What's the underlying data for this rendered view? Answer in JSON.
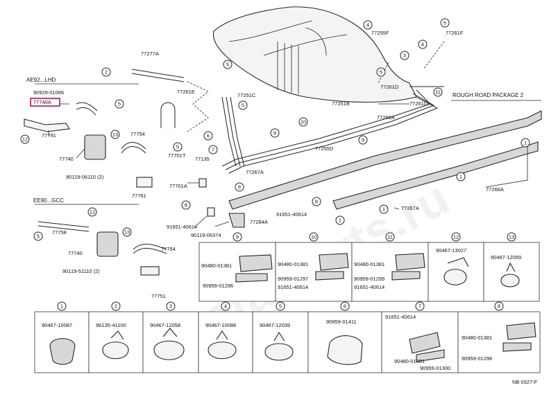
{
  "watermark": "Toyota-Parts.ru",
  "labels": {
    "ae92": "AE92...LHD",
    "ee90": "EE90...GCC",
    "rough": "ROUGH ROAD PACKAGE 2",
    "footer": "NB 0327-F"
  },
  "part_numbers": {
    "p77277a": "77277A",
    "p77255f": "77255F",
    "p77261f": "77261F",
    "p77261e": "77261E",
    "p90929": "90929-01066",
    "p77740a": "77740A",
    "p77791": "77791",
    "p77740": "77740",
    "p77754": "77754",
    "p77701t": "77701T",
    "p77135": "77135",
    "p77761": "77761",
    "p90119_06110": "90119-06110 (2)",
    "p77701a": "77701A",
    "p77251c": "77251C",
    "p77261d_a": "77261D",
    "p77261d_b": "77261D",
    "p77251b": "77251B",
    "p77266a_top": "77266A",
    "p77255d": "77255D",
    "p77267a_top": "77267A",
    "p77266a_right": "77266A",
    "p77267a_bottom": "77267A",
    "p91651_40614": "91651-40614",
    "p77284a": "77284A",
    "p91651_40614b": "91651-40614",
    "p90119_06374": "90119-06374",
    "p77758": "77758",
    "p77740b": "77740",
    "p77754b": "77754",
    "p90119_51110": "90119-51110 (2)",
    "p77751": "77751"
  },
  "callout_circles": [
    "1",
    "2",
    "3",
    "4",
    "5",
    "6",
    "7",
    "8",
    "9",
    "10",
    "11",
    "12",
    "13"
  ],
  "detail_row1": [
    {
      "num": "9",
      "parts": [
        "90480-01381",
        "90959-01296"
      ]
    },
    {
      "num": "10",
      "parts": [
        "90480-01381",
        "90959-01297",
        "91651-40614"
      ]
    },
    {
      "num": "11",
      "parts": [
        "90480-01381",
        "90959-01299",
        "91651-40614"
      ]
    },
    {
      "num": "12",
      "parts": [
        "90467-13027"
      ]
    },
    {
      "num": "13",
      "parts": [
        "90467-12059"
      ]
    }
  ],
  "detail_row2": [
    {
      "num": "1",
      "parts": [
        "90467-10087"
      ]
    },
    {
      "num": "2",
      "parts": [
        "96135-41100"
      ]
    },
    {
      "num": "3",
      "parts": [
        "90467-12058"
      ]
    },
    {
      "num": "4",
      "parts": [
        "90467-10088"
      ]
    },
    {
      "num": "5",
      "parts": [
        "90467-12039"
      ]
    },
    {
      "num": "6",
      "parts": [
        "90959-01411"
      ]
    },
    {
      "num": "7",
      "parts": [
        "91651-40614",
        "90480-01381",
        "90959-01300"
      ]
    },
    {
      "num": "8",
      "parts": [
        "90480-01381",
        "90959-01298"
      ]
    }
  ]
}
